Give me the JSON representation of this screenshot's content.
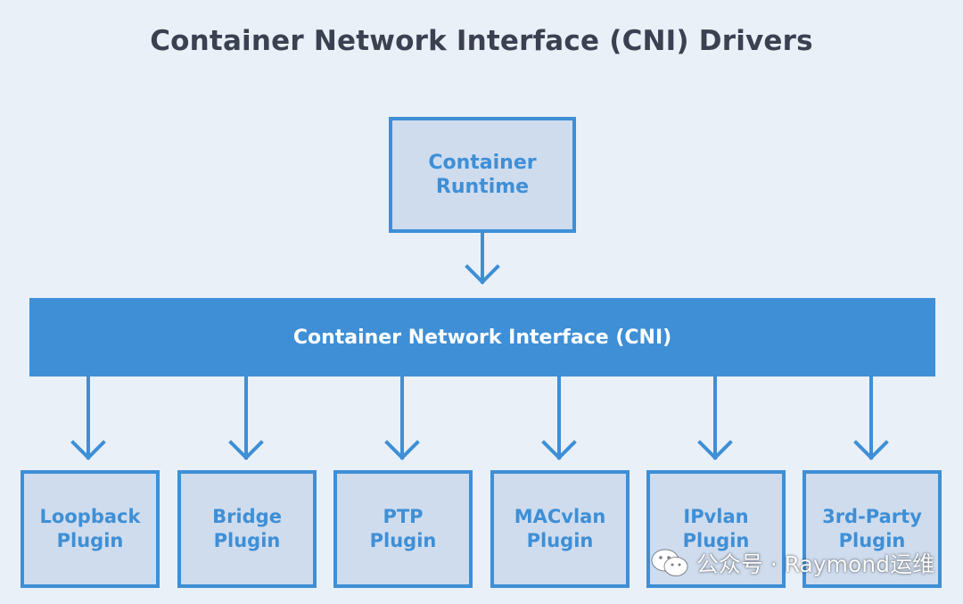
{
  "title": "Container Network Interface (CNI) Drivers",
  "runtime": {
    "line1": "Container",
    "line2": "Runtime"
  },
  "cni_bar": {
    "label": "Container Network Interface (CNI)"
  },
  "plugins": [
    {
      "line1": "Loopback",
      "line2": "Plugin"
    },
    {
      "line1": "Bridge",
      "line2": "Plugin"
    },
    {
      "line1": "PTP",
      "line2": "Plugin"
    },
    {
      "line1": "MACvlan",
      "line2": "Plugin"
    },
    {
      "line1": "IPvlan",
      "line2": "Plugin"
    },
    {
      "line1": "3rd-Party",
      "line2": "Plugin"
    }
  ],
  "watermark": {
    "icon": "wechat-icon",
    "text": "公众号 · Raymond运维"
  },
  "colors": {
    "background": "#eaf0f8",
    "accent": "#3e8fd6",
    "box_fill": "#cfdcee",
    "title": "#3a4150"
  }
}
